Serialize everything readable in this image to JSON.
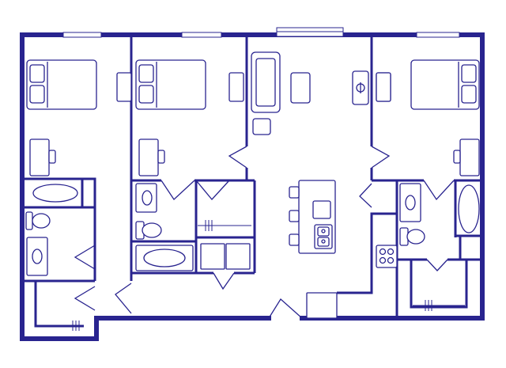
{
  "diagram": {
    "type": "floor-plan",
    "line_color": "#29248f",
    "background": "#ffffff",
    "rooms": [
      {
        "name": "bedroom-1",
        "furniture": [
          "bed-icon",
          "nightstand-icon",
          "desk-icon",
          "chair-icon"
        ]
      },
      {
        "name": "bedroom-2",
        "furniture": [
          "bed-icon",
          "nightstand-icon",
          "desk-icon",
          "chair-icon"
        ]
      },
      {
        "name": "living-room",
        "furniture": [
          "sofa-icon",
          "coffee-table-icon",
          "side-table-icon",
          "lamp-icon",
          "ottoman-icon"
        ]
      },
      {
        "name": "bedroom-3",
        "furniture": [
          "bed-icon",
          "nightstand-icon",
          "desk-icon",
          "chair-icon"
        ]
      },
      {
        "name": "kitchen",
        "furniture": [
          "island-icon",
          "sink-icon",
          "stool-icon",
          "stove-icon",
          "refrigerator-icon"
        ]
      },
      {
        "name": "bathroom-1",
        "furniture": [
          "bathtub-icon",
          "toilet-icon",
          "vanity-icon"
        ]
      },
      {
        "name": "bathroom-2",
        "furniture": [
          "bathtub-icon",
          "toilet-icon",
          "vanity-icon"
        ]
      },
      {
        "name": "bathroom-3",
        "furniture": [
          "bathtub-icon",
          "toilet-icon",
          "vanity-icon"
        ]
      },
      {
        "name": "laundry",
        "furniture": [
          "washer-icon",
          "dryer-icon"
        ]
      },
      {
        "name": "closet-1",
        "furniture": [
          "closet-rod-icon"
        ]
      },
      {
        "name": "closet-2",
        "furniture": [
          "closet-rod-icon"
        ]
      },
      {
        "name": "closet-3",
        "furniture": [
          "closet-rod-icon"
        ]
      }
    ]
  }
}
